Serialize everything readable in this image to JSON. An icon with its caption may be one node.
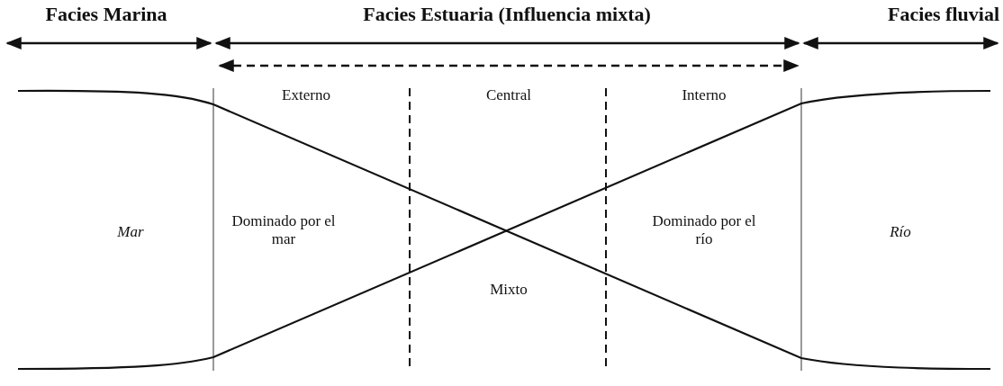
{
  "diagram": {
    "labels": [
      "Facies Marina",
      "Facies Estuaria (Influencia mixta)",
      "Facies fluvial",
      "Externo",
      "Central",
      "Interno",
      "Mar",
      "Dominado por el mar",
      "Dominado por el río",
      "Río",
      "Mixto"
    ]
  }
}
